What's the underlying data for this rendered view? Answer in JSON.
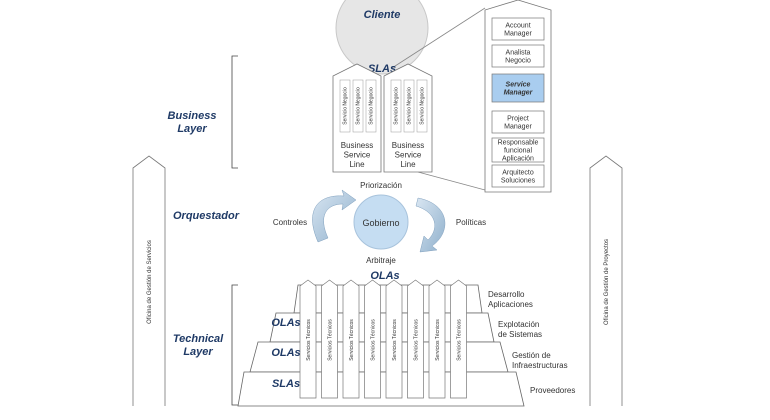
{
  "cliente": "Cliente",
  "slas_title": "SLAs",
  "olas_title": "OLAs",
  "layers": {
    "business": [
      "Business",
      "Layer"
    ],
    "orquestador": "Orquestador",
    "technical": [
      "Technical",
      "Layer"
    ]
  },
  "roles": [
    [
      "Account",
      "Manager"
    ],
    [
      "Analista",
      "Negocio"
    ],
    [
      "Service",
      "Manager"
    ],
    [
      "Project",
      "Manager"
    ],
    [
      "Responsable",
      "funcional",
      "Aplicación"
    ],
    [
      "Arquitecto",
      "Soluciones"
    ]
  ],
  "business_service_line": [
    "Business",
    "Service",
    "Line"
  ],
  "servicio_negocio": "Servicio Negocio",
  "gobierno": {
    "center": "Gobierno",
    "top": "Priorización",
    "left": "Controles",
    "right": "Políticas",
    "bottom": "Arbitraje"
  },
  "servicios_tecnicos": "Servicios Técnicos",
  "tiers": [
    [
      "Desarrollo",
      "Aplicaciones"
    ],
    [
      "Explotación",
      "de Sistemas"
    ],
    [
      "Gestión de",
      "Infraestructuras"
    ],
    [
      "Proveedores"
    ]
  ],
  "tier_labels": [
    "OLAs",
    "OLAs",
    "SLAs"
  ],
  "side": {
    "left": "Oficina de Gestión de Servicios",
    "right": "Oficina de Gestión de Proyectos"
  },
  "colors": {
    "layer_text": "#1f3a66",
    "highlight": "#a9cdef",
    "circle": "#c5ddf2",
    "arrow": "#8fb0cc"
  }
}
